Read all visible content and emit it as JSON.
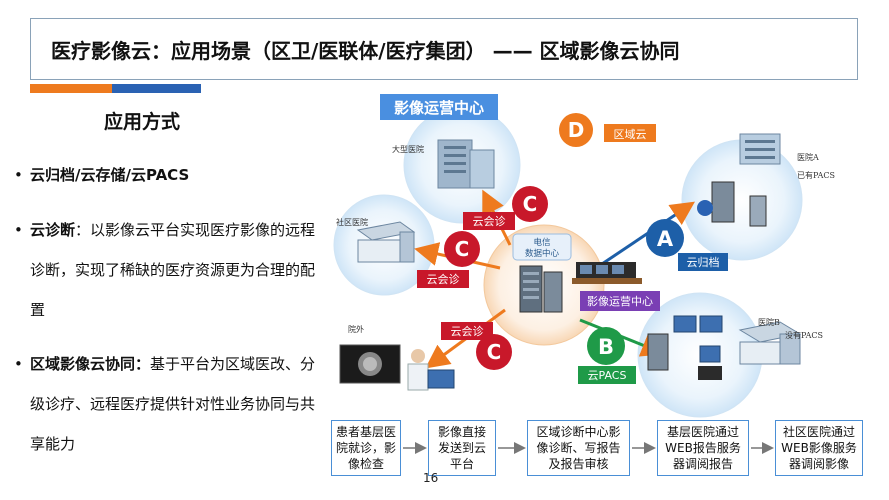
{
  "title": "医疗影像云：应用场景（区卫/医联体/医疗集团） —— 区域影像云协同",
  "section_heading": "应用方式",
  "bullets": [
    {
      "bold": "云归档/云存储/云PACS",
      "text": ""
    },
    {
      "bold": "云诊断",
      "text": "：以影像云平台实现医疗影像的远程诊断，实现了稀缺的医疗资源更为合理的配置"
    },
    {
      "bold": "区域影像云协同：",
      "text": "基于平台为区域医改、分级诊疗、远程医疗提供针对性业务协同与共享能力"
    }
  ],
  "diagram": {
    "top_banner": "影像运营中心",
    "d_label": "区域云",
    "letters": {
      "a": "A",
      "b": "B",
      "c": "C",
      "d": "D"
    },
    "large_hospital": "大型医院",
    "community_hospital": "社区医院",
    "outside": "院外",
    "hospital_a": "医院A",
    "hospital_a_note": "已有PACS",
    "hospital_b": "医院B",
    "hospital_b_note": "没有PACS",
    "datacenter_line1": "电信",
    "datacenter_line2": "数据中心",
    "ops_center": "影像运营中心",
    "consult_1": "云会诊",
    "consult_2": "云会诊",
    "consult_3": "云会诊",
    "cloud_archive": "云归档",
    "cloud_pacs": "云PACS"
  },
  "steps": [
    "患者基层医院就诊，影像检查",
    "影像直接发送到云平台",
    "区域诊断中心影像诊断、写报告及报告审核",
    "基层医院通过WEB报告服务器调阅报告",
    "社区医院通过WEB影像服务器调阅影像"
  ],
  "page_number": "16",
  "colors": {
    "orange": "#ee7a1e",
    "blue": "#2a62b3",
    "red": "#c8182a",
    "green": "#1f9a48",
    "a_blue": "#1d5fa8",
    "purple": "#7a3fb4"
  }
}
